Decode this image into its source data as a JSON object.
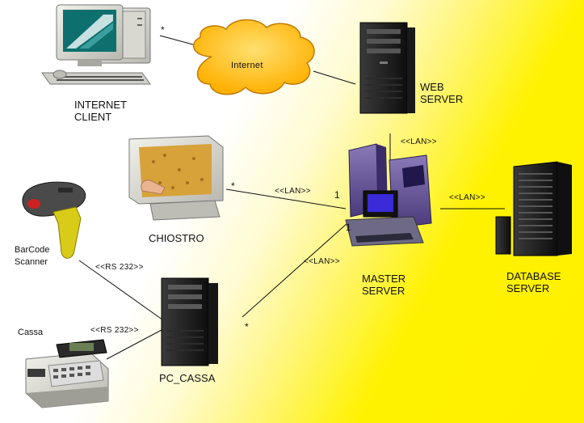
{
  "nodes": {
    "internet_client": [
      "INTERNET",
      "CLIENT"
    ],
    "internet_cloud": "Internet",
    "web_server": [
      "WEB",
      "SERVER"
    ],
    "chiostro": "CHIOSTRO",
    "master_server": [
      "MASTER",
      "SERVER"
    ],
    "database_server": [
      "DATABASE",
      "SERVER"
    ],
    "barcode_scanner": [
      "BarCode",
      "Scanner"
    ],
    "cassa": "Cassa",
    "pc_cassa": "PC_CASSA"
  },
  "edges": {
    "web_master": "<<LAN>>",
    "chiostro_master": "<<LAN>>",
    "master_database": "<<LAN>>",
    "pc_master": "<<LAN>>",
    "barcode_pc": "<<RS 232>>",
    "cassa_pc": "<<RS 232>>"
  },
  "multiplicity": {
    "client_star": "*",
    "chiostro_star": "*",
    "master_one_a": "1",
    "master_one_b": "1",
    "pc_star": "*"
  }
}
